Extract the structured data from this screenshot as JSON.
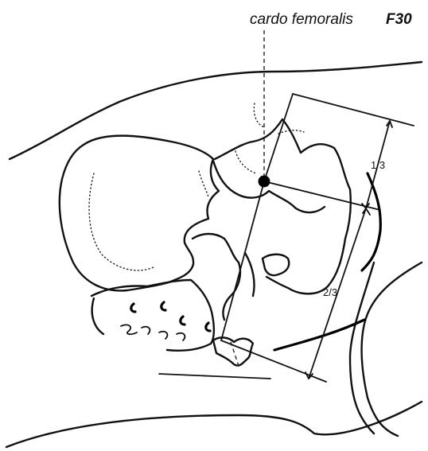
{
  "figure": {
    "title": "cardo femoralis",
    "code": "F30",
    "ratio_upper": "1/3",
    "ratio_lower": "2/3"
  },
  "colors": {
    "line": "#111111",
    "background": "#ffffff"
  }
}
